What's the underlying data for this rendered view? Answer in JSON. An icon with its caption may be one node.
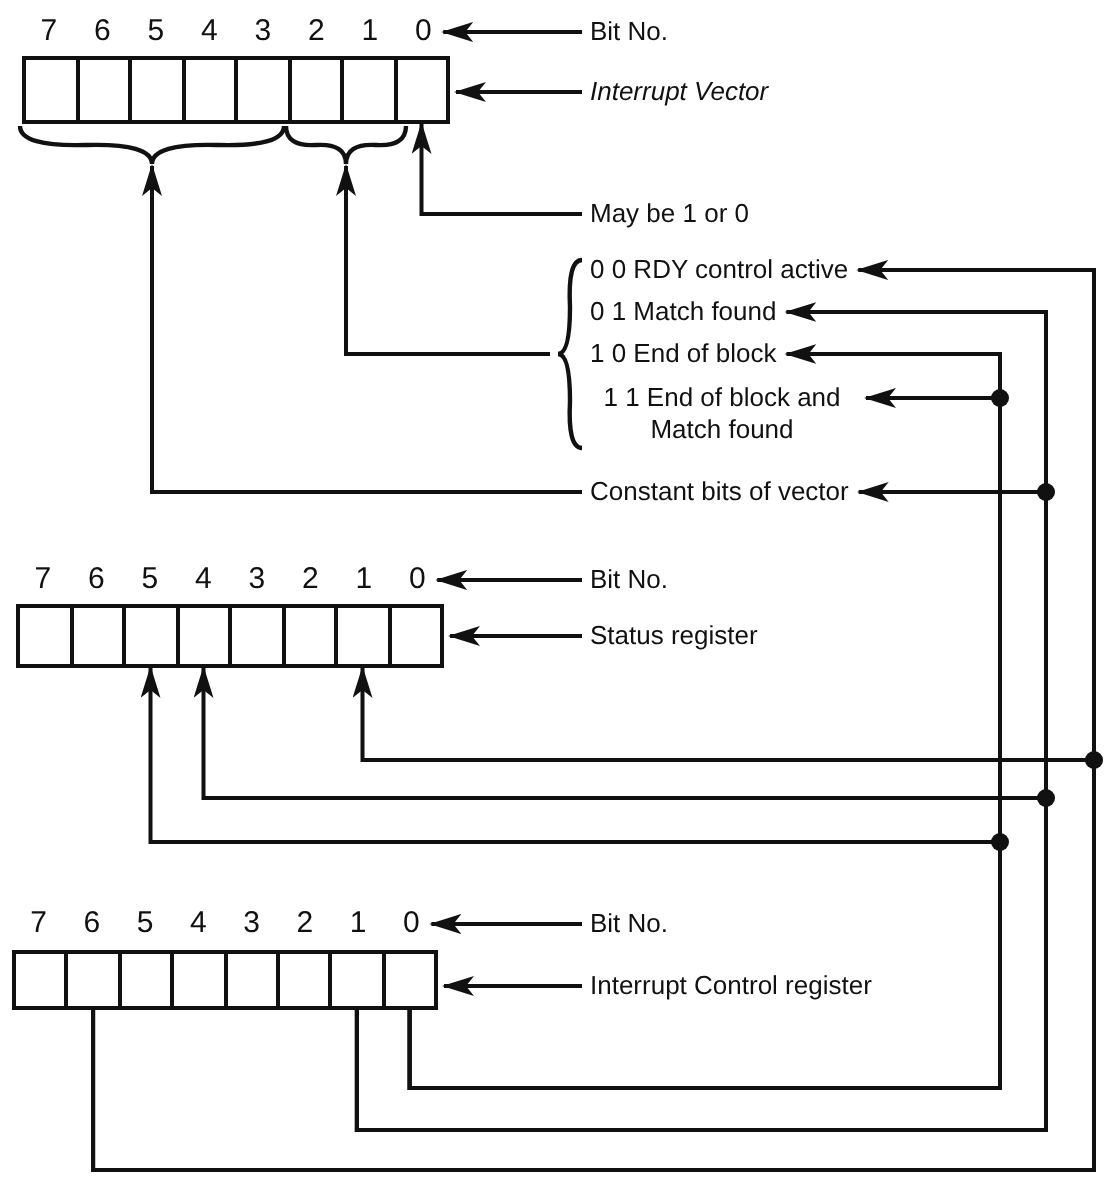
{
  "diagram": {
    "nodes": [
      {
        "text": [],
        "shape": "box"
      },
      {
        "text": [],
        "shape": "box",
        "in": 0
      },
      {
        "text": [],
        "shape": "box",
        "in": 0
      },
      {
        "text": [],
        "shape": "box",
        "in": 0
      },
      {
        "text": [],
        "shape": "box",
        "in": 0
      },
      {
        "text": [],
        "shape": "box",
        "in": 0
      },
      {
        "text": [],
        "shape": "box",
        "in": 0
      },
      {
        "text": [],
        "shape": "box",
        "in": 0
      },
      {
        "text": [],
        "shape": "box",
        "in": 0
      },
      {
        "text": [
          "0"
        ]
      },
      {
        "text": [
          "Bit No."
        ]
      },
      {
        "text": [
          "Interrupt Vector"
        ]
      },
      {
        "text": [],
        "shape": "brace"
      },
      {
        "text": [],
        "shape": "brace"
      },
      {
        "text": [
          "May be 1 or 0"
        ]
      },
      {
        "text": [],
        "shape": "brace"
      },
      {
        "text": [
          "0 0 RDY control active"
        ]
      },
      {
        "text": [
          "0 1 Match found"
        ]
      },
      {
        "text": [
          "1 0 End of block"
        ]
      },
      {
        "text": [
          "1 1 End of block and Match found"
        ]
      },
      {
        "text": [
          "Constant bits of vector"
        ]
      },
      {
        "text": [],
        "shape": "box"
      },
      {
        "text": [],
        "shape": "box",
        "in": 21
      },
      {
        "text": [],
        "shape": "box",
        "in": 21
      },
      {
        "text": [],
        "shape": "box",
        "in": 21
      },
      {
        "text": [],
        "shape": "box",
        "in": 21
      },
      {
        "text": [],
        "shape": "box",
        "in": 21
      },
      {
        "text": [],
        "shape": "box",
        "in": 21
      },
      {
        "text": [],
        "shape": "box",
        "in": 21
      },
      {
        "text": [],
        "shape": "box",
        "in": 21
      },
      {
        "text": [
          "0"
        ]
      },
      {
        "text": [
          "Bit No."
        ]
      },
      {
        "text": [
          "Status register"
        ]
      },
      {
        "text": [],
        "shape": "box"
      },
      {
        "text": [],
        "shape": "box",
        "in": 33
      },
      {
        "text": [],
        "shape": "box",
        "in": 33
      },
      {
        "text": [],
        "shape": "box",
        "in": 33
      },
      {
        "text": [],
        "shape": "box",
        "in": 33
      },
      {
        "text": [],
        "shape": "box",
        "in": 33
      },
      {
        "text": [],
        "shape": "box",
        "in": 33
      },
      {
        "text": [],
        "shape": "box",
        "in": 33
      },
      {
        "text": [],
        "shape": "box",
        "in": 33
      },
      {
        "text": [
          "0"
        ]
      },
      {
        "text": [
          "Bit No."
        ]
      },
      {
        "text": [
          "Interrupt Control register"
        ]
      }
    ],
    "edges": [
      {
        "from": 10,
        "to": 9,
        "arrow": "to"
      },
      {
        "from": 11,
        "to": 0,
        "arrow": "to"
      },
      {
        "from": 14,
        "to": 8,
        "arrow": "to"
      },
      {
        "from": 15,
        "to": 13,
        "arrow": "to"
      },
      {
        "from": 20,
        "to": 12,
        "arrow": "to"
      },
      {
        "from": 31,
        "to": 30,
        "arrow": "to"
      },
      {
        "from": 32,
        "to": 21,
        "arrow": "to"
      },
      {
        "from": 43,
        "to": 42,
        "arrow": "to"
      },
      {
        "from": 44,
        "to": 33,
        "arrow": "to"
      },
      {
        "from": 41,
        "to": 18,
        "arrow": "to"
      },
      {
        "from": 41,
        "to": 19,
        "arrow": "to"
      },
      {
        "from": 41,
        "to": 24,
        "arrow": "to"
      },
      {
        "from": 40,
        "to": 17,
        "arrow": "to"
      },
      {
        "from": 40,
        "to": 20,
        "arrow": "to"
      },
      {
        "from": 40,
        "to": 25,
        "arrow": "to"
      },
      {
        "from": 35,
        "to": 16,
        "arrow": "to"
      },
      {
        "from": 35,
        "to": 28,
        "arrow": "to"
      }
    ],
    "labels": [
      "7",
      "6",
      "5",
      "4",
      "3",
      "2",
      "1",
      "7",
      "6",
      "5",
      "4",
      "3",
      "2",
      "1",
      "7",
      "6",
      "5",
      "4",
      "3",
      "2",
      "1"
    ]
  }
}
